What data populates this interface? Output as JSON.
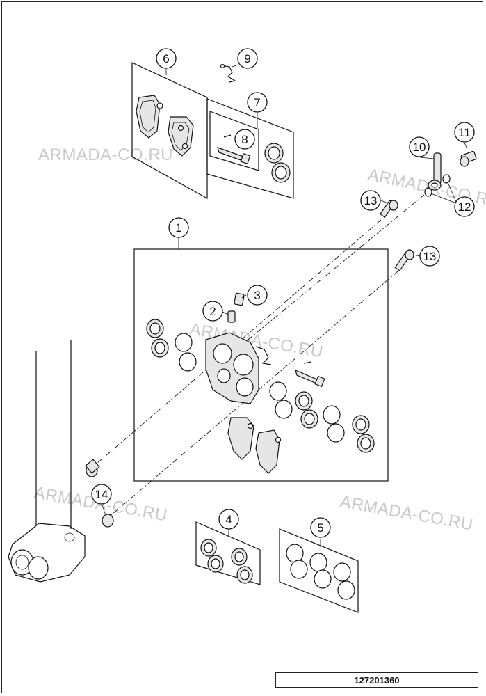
{
  "callouts": [
    {
      "id": "c1",
      "label": "1"
    },
    {
      "id": "c2",
      "label": "2"
    },
    {
      "id": "c3",
      "label": "3"
    },
    {
      "id": "c4",
      "label": "4"
    },
    {
      "id": "c5",
      "label": "5"
    },
    {
      "id": "c6",
      "label": "6"
    },
    {
      "id": "c7",
      "label": "7"
    },
    {
      "id": "c8",
      "label": "8"
    },
    {
      "id": "c9",
      "label": "9"
    },
    {
      "id": "c10",
      "label": "10"
    },
    {
      "id": "c11",
      "label": "11"
    },
    {
      "id": "c12",
      "label": "12"
    },
    {
      "id": "c13a",
      "label": "13"
    },
    {
      "id": "c13b",
      "label": "13"
    },
    {
      "id": "c14",
      "label": "14"
    }
  ],
  "watermark": "ARMADA-CO.RU",
  "document_number": "127201360"
}
